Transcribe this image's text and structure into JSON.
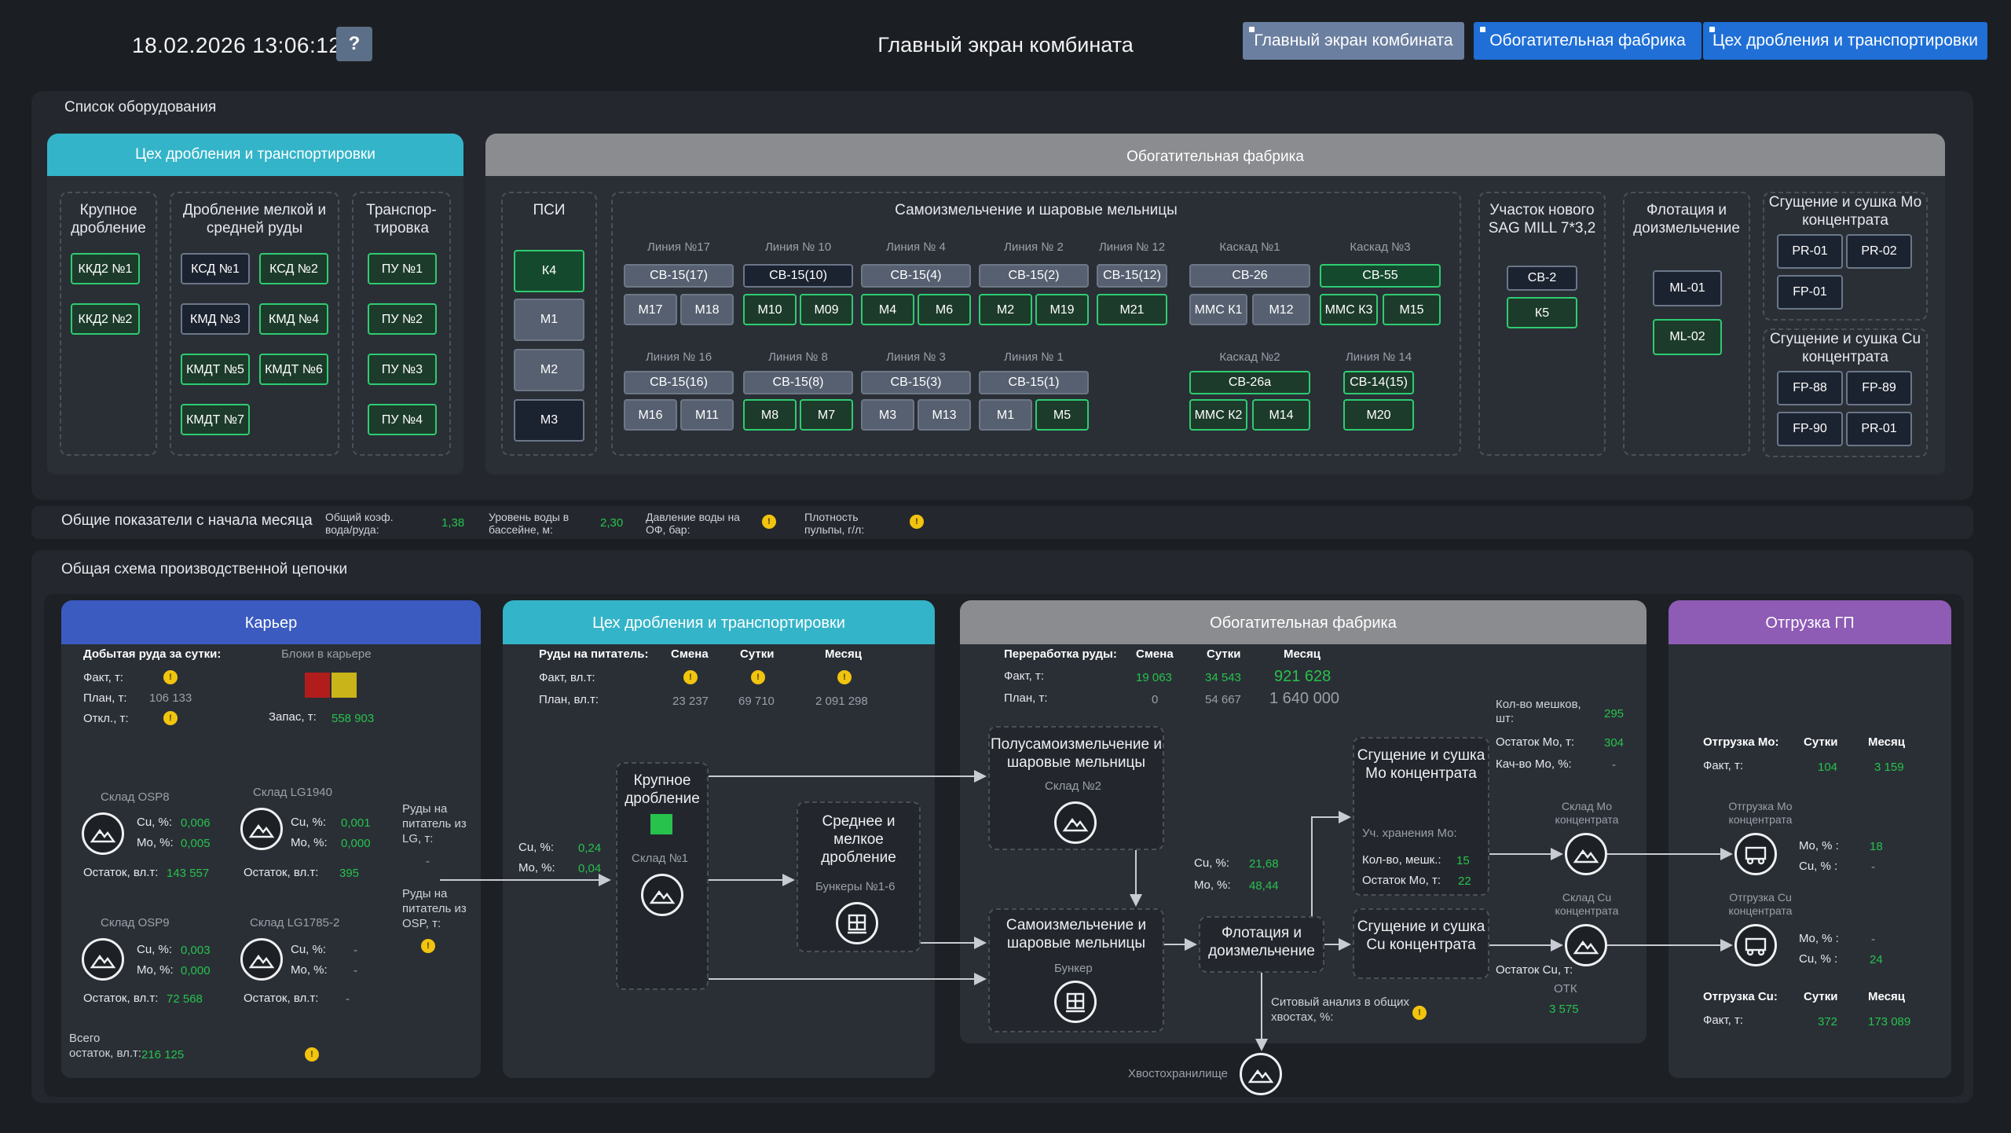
{
  "header": {
    "datetime": "18.02.2026 13:06:12",
    "help": "?",
    "title": "Главный экран комбината",
    "nav": [
      "Главный экран комбината",
      "Обогатительная фабрика",
      "Цех дробления и транспортировки"
    ]
  },
  "equipment": {
    "title": "Список оборудования",
    "crush_head": "Цех дробления и транспортировки",
    "plant_head": "Обогатительная фабрика",
    "coarse": {
      "title": "Крупное дробление",
      "items": [
        "ККД2 №1",
        "ККД2 №2"
      ]
    },
    "fine": {
      "title": "Дробление мелкой и средней руды",
      "items": [
        "КСД №1",
        "КСД №2",
        "КМД №3",
        "КМД №4",
        "КМДТ №5",
        "КМДТ №6",
        "КМДТ №7"
      ]
    },
    "transport": {
      "title": "Транспор-тировка",
      "items": [
        "ПУ №1",
        "ПУ №2",
        "ПУ №3",
        "ПУ №4"
      ]
    },
    "psi": {
      "title": "ПСИ",
      "items": [
        "К4",
        "М1",
        "М2",
        "М3"
      ]
    },
    "mills": {
      "title": "Самоизмельчение и шаровые мельницы",
      "lines": [
        {
          "name": "Линия №17",
          "main": "СВ-15(17)",
          "subs": [
            "М17",
            "М18"
          ]
        },
        {
          "name": "Линия № 10",
          "main": "СВ-15(10)",
          "subs": [
            "М10",
            "М09"
          ]
        },
        {
          "name": "Линия № 4",
          "main": "СВ-15(4)",
          "subs": [
            "М4",
            "М6"
          ]
        },
        {
          "name": "Линия № 2",
          "main": "СВ-15(2)",
          "subs": [
            "М2",
            "М19"
          ]
        },
        {
          "name": "Линия № 12",
          "main": "СВ-15(12)",
          "subs": [
            "М21"
          ]
        },
        {
          "name": "Каскад №1",
          "main": "СВ-26",
          "subs": [
            "ММС К1",
            "М12"
          ]
        },
        {
          "name": "Каскад №3",
          "main": "СВ-55",
          "subs": [
            "ММС К3",
            "М15"
          ]
        },
        {
          "name": "Линия № 16",
          "main": "СВ-15(16)",
          "subs": [
            "М16",
            "М11"
          ]
        },
        {
          "name": "Линия № 8",
          "main": "СВ-15(8)",
          "subs": [
            "М8",
            "М7"
          ]
        },
        {
          "name": "Линия № 3",
          "main": "СВ-15(3)",
          "subs": [
            "М3",
            "М13"
          ]
        },
        {
          "name": "Линия № 1",
          "main": "СВ-15(1)",
          "subs": [
            "М1",
            "М5"
          ]
        },
        {
          "name": "Каскад №2",
          "main": "СВ-26а",
          "subs": [
            "ММС К2",
            "М14"
          ]
        },
        {
          "name": "Линия № 14",
          "main": "СВ-14(15)",
          "subs": [
            "М20"
          ]
        }
      ]
    },
    "sag": {
      "title": "Участок нового SAG MILL 7*3,2",
      "items": [
        "СВ-2",
        "К5"
      ]
    },
    "flot": {
      "title": "Флотация и доизмельчение",
      "items": [
        "ML-01",
        "ML-02"
      ]
    },
    "mo": {
      "title": "Сгущение и сушка Мо концентрата",
      "items": [
        "PR-01",
        "PR-02",
        "FP-01"
      ]
    },
    "cu": {
      "title": "Сгущение и сушка Cu концентрата",
      "items": [
        "FP-88",
        "FP-89",
        "FP-90",
        "PR-01"
      ]
    }
  },
  "totals": {
    "title": "Общие показатели с начала месяца",
    "k1": "Общий коэф. вода/руда:",
    "v1": "1,38",
    "k2": "Уровень воды в бассейне, м:",
    "v2": "2,30",
    "k3": "Давление воды на ОФ, бар:",
    "k4": "Плотность пульпы, г/л:"
  },
  "scheme": {
    "title": "Общая схема производственной цепочки",
    "quarry": {
      "head": "Карьер",
      "mined": "Добытая руда за сутки:",
      "blocks": "Блоки в карьере",
      "fact": "Факт, т:",
      "plan": "План, т:",
      "plan_v": "106 133",
      "dev": "Откл., т:",
      "stock": "Запас, т:",
      "stock_v": "558 903",
      "osp8": {
        "name": "Склад OSP8",
        "cu": "0,006",
        "mo": "0,005",
        "rest": "143 557"
      },
      "lg1940": {
        "name": "Склад LG1940",
        "cu": "0,001",
        "mo": "0,000",
        "rest": "395"
      },
      "osp9": {
        "name": "Склад OSP9",
        "cu": "0,003",
        "mo": "0,000",
        "rest": "72 568"
      },
      "lg1785": {
        "name": "Склад LG1785-2",
        "cu": "-",
        "mo": "-",
        "rest": "-"
      },
      "cu_l": "Cu, %:",
      "mo_l": "Mo, %:",
      "rest_l": "Остаток, вл.т:",
      "lg_feed": "Руды на питатель из LG, т:",
      "lg_feed_v": "-",
      "osp_feed": "Руды на питатель из OSP, т:",
      "total": "Всего остаток, вл.т:",
      "total_v": "216 125"
    },
    "crush": {
      "head": "Цех дробления и транспортировки",
      "feed": "Руды на питатель:",
      "c1": "Смена",
      "c2": "Сутки",
      "c3": "Месяц",
      "fact": "Факт, вл.т:",
      "plan": "План, вл.т:",
      "p1": "23 237",
      "p2": "69 710",
      "p3": "2 091 298",
      "cu_l": "Cu, %:",
      "cu_v": "0,24",
      "mo_l": "Mo, %:",
      "mo_v": "0,04",
      "coarse": "Крупное дробление",
      "wh1": "Склад №1",
      "medium": "Среднее и мелкое дробление",
      "bunk": "Бункеры №1-6"
    },
    "plant": {
      "head": "Обогатительная фабрика",
      "proc": "Переработка руды:",
      "c1": "Смена",
      "c2": "Сутки",
      "c3": "Месяц",
      "fact": "Факт, т:",
      "f1": "19 063",
      "f2": "34 543",
      "f3": "921 628",
      "plan": "План, т:",
      "p1": "0",
      "p2": "54 667",
      "p3": "1 640 000",
      "semi": "Полусамоизмельчение и шаровые мельницы",
      "wh2": "Склад №2",
      "self": "Самоизмельчение и шаровые мельницы",
      "bunker": "Бункер",
      "cu_l": "Cu, %:",
      "cu_v": "21,68",
      "mo_l": "Mo, %:",
      "mo_v": "48,44",
      "flot": "Флотация и доизмельчение",
      "mo_thick": "Сгущение и сушка Мо концентрата",
      "cu_thick": "Сгущение и сушка Cu концентрата",
      "bags_l": "Кол-во мешков, шт:",
      "bags_v": "295",
      "rest_mo_l": "Остаток Мо, т:",
      "rest_mo_v": "304",
      "q_mo_l": "Кач-во Мо, %:",
      "q_mo_v": "-",
      "store_mo": "Уч. хранения Мо:",
      "bags2_l": "Кол-во, мешк.:",
      "bags2_v": "15",
      "rest2_l": "Остаток Мо, т:",
      "rest2_v": "22",
      "wh_mo": "Склад Мо концентрата",
      "wh_cu": "Склад Cu концентрата",
      "rest_cu_l": "Остаток Cu, т:",
      "otk": "ОТК",
      "otk_v": "3 575",
      "sieve": "Ситовый анализ в общих хвостах, %:",
      "tail": "Хвостохранилище"
    },
    "ship": {
      "head": "Отгрузка ГП",
      "mo_t": "Отгрузка Мо:",
      "c2": "Сутки",
      "c3": "Месяц",
      "fact": "Факт, т:",
      "mo_f1": "104",
      "mo_f2": "3 159",
      "mo_conc": "Отгрузка Мо концентрата",
      "mo_mo_l": "Mo, % :",
      "mo_mo_v": "18",
      "mo_cu_l": "Cu, % :",
      "mo_cu_v": "-",
      "cu_conc": "Отгрузка Cu концентрата",
      "cu_mo_l": "Mo, % :",
      "cu_mo_v": "-",
      "cu_cu_l": "Cu, % :",
      "cu_cu_v": "24",
      "cu_t": "Отгрузка Cu:",
      "cu_f1": "372",
      "cu_f2": "173 089"
    }
  },
  "colors": {
    "green": "#27c24c",
    "blue": "#1f6fd6",
    "teal": "#34b4c8",
    "purple": "#8e5bb5",
    "indigo": "#3b5bc0",
    "warn": "#f1c40f"
  }
}
